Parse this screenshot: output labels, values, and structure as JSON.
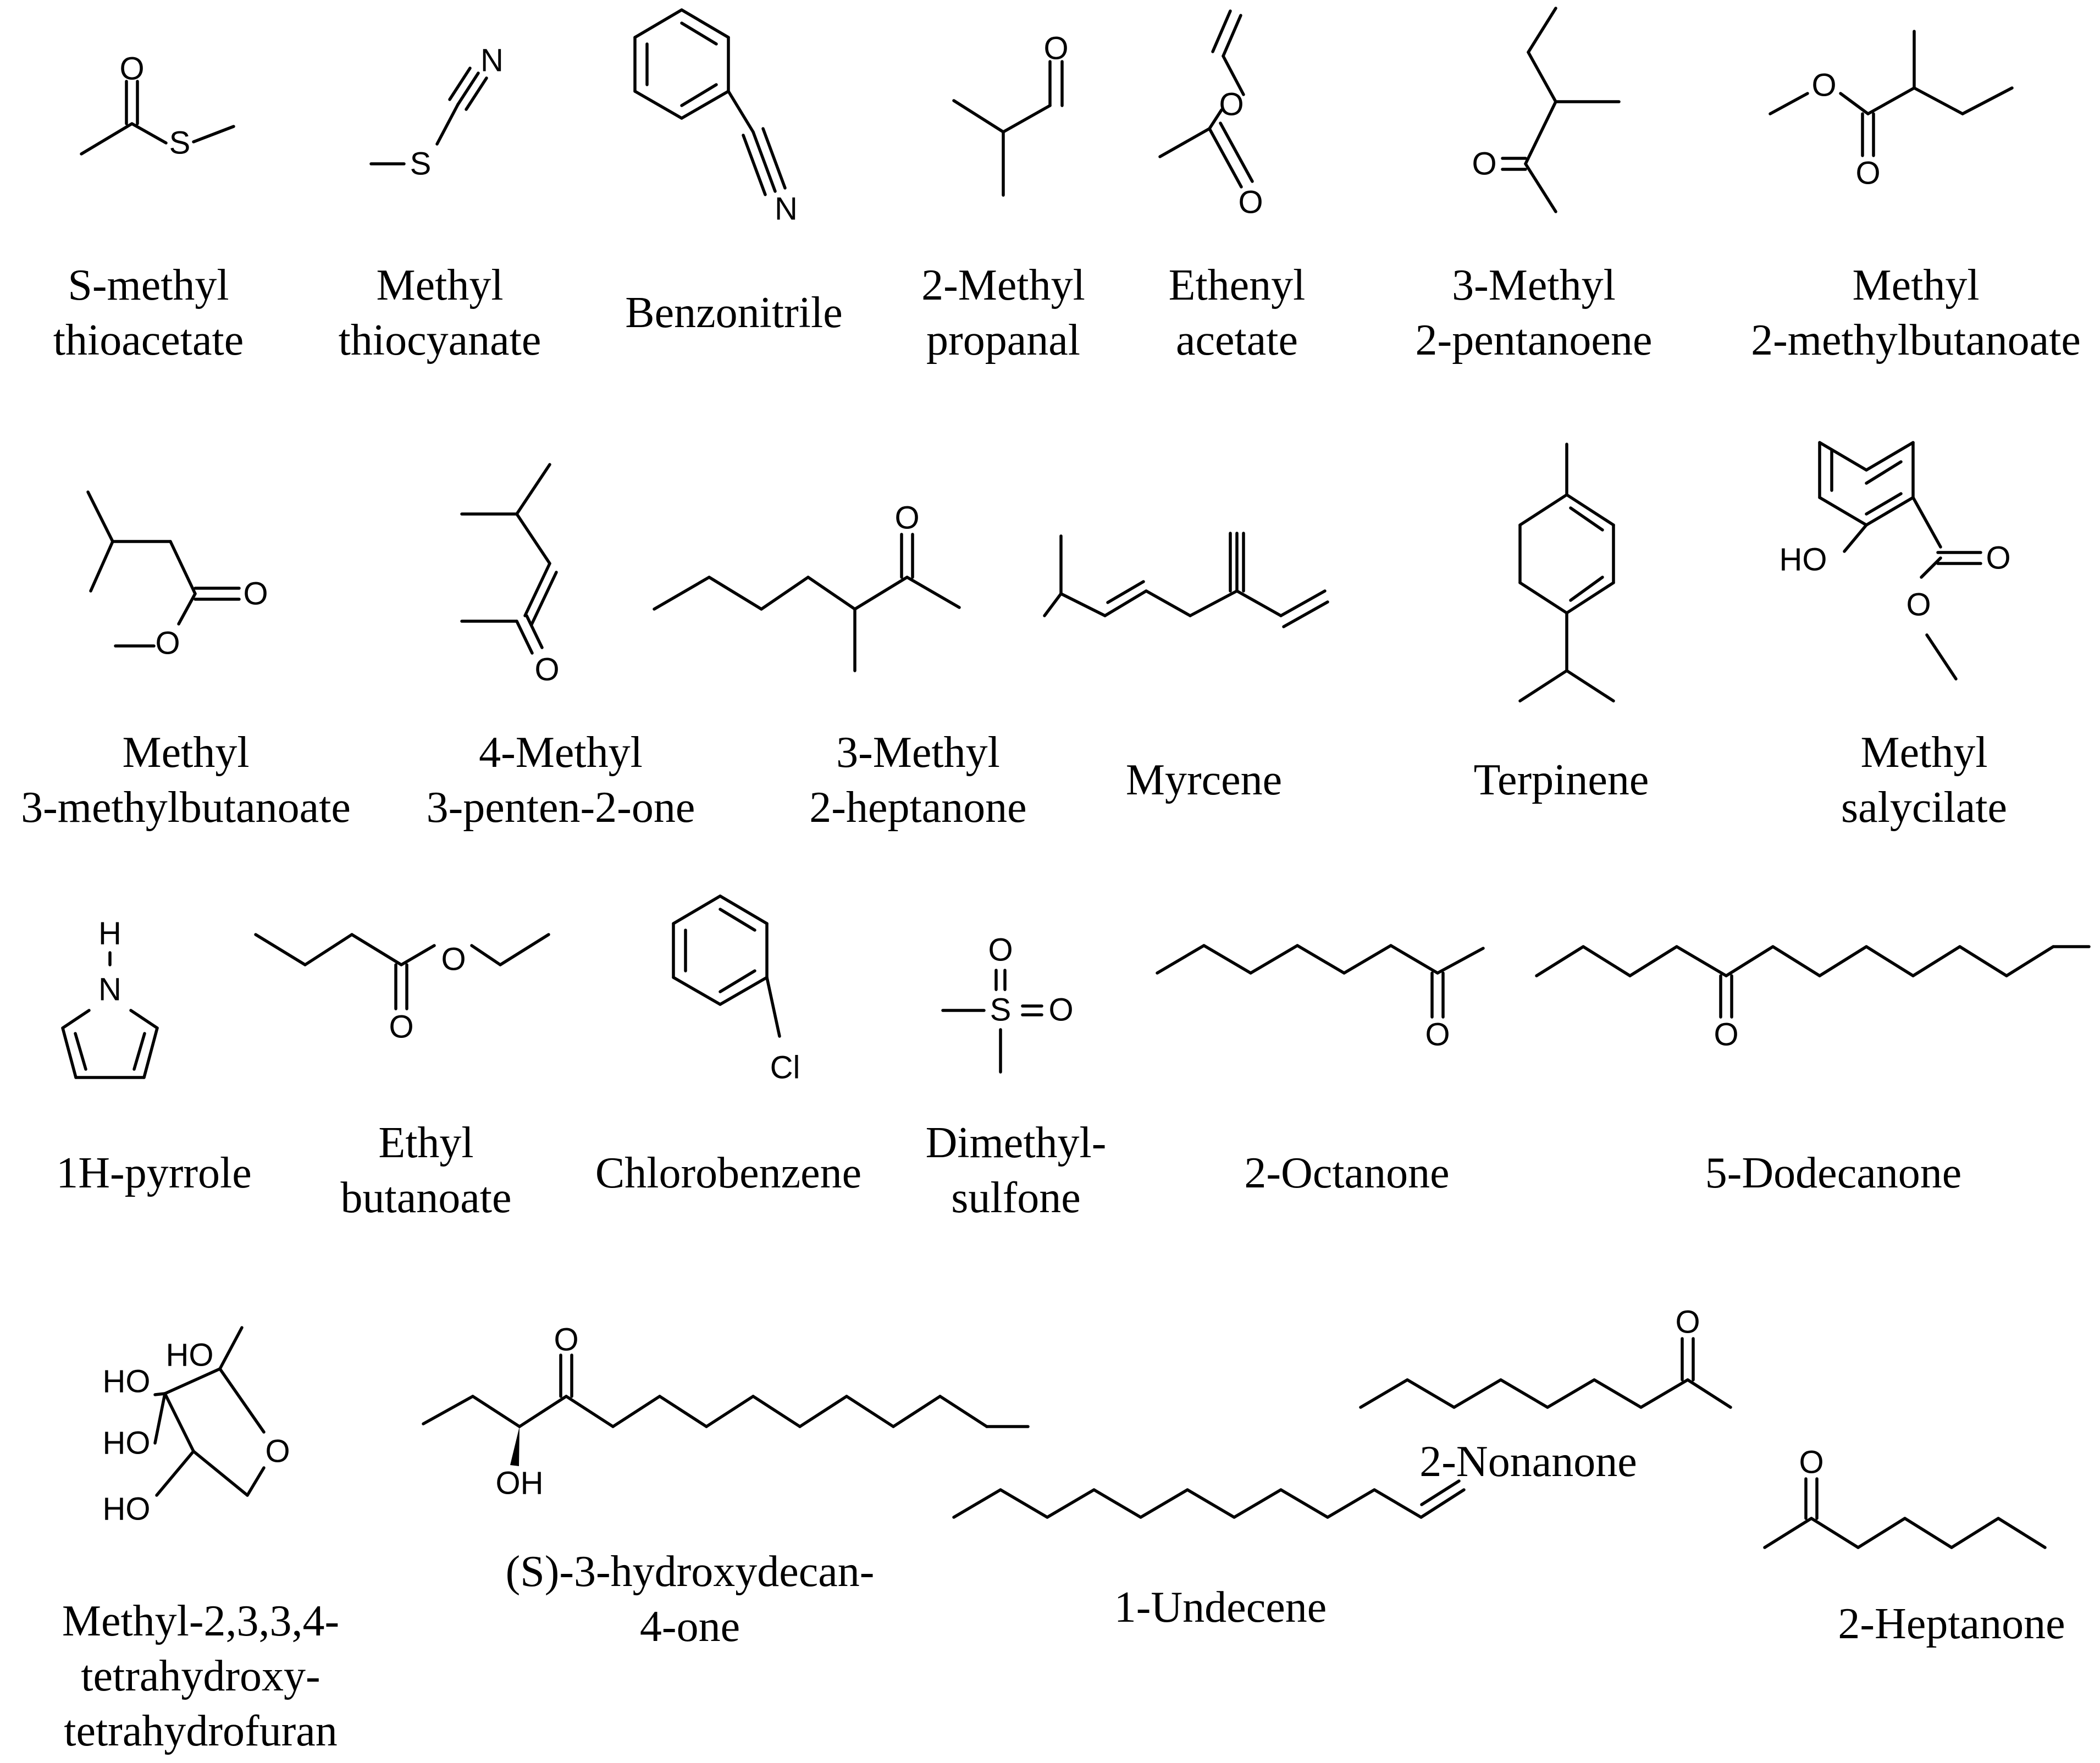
{
  "captions": [
    {
      "id": "c1",
      "lines": [
        "S-methyl",
        "thioacetate"
      ]
    },
    {
      "id": "c2",
      "lines": [
        "Methyl",
        "thiocyanate"
      ]
    },
    {
      "id": "c3",
      "lines": [
        "Benzonitrile"
      ]
    },
    {
      "id": "c4",
      "lines": [
        "2-Methyl",
        "propanal"
      ]
    },
    {
      "id": "c5",
      "lines": [
        "Ethenyl",
        "acetate"
      ]
    },
    {
      "id": "c6",
      "lines": [
        "3-Methyl",
        "2-pentanoene"
      ]
    },
    {
      "id": "c7",
      "lines": [
        "Methyl",
        "2-methylbutanoate"
      ]
    },
    {
      "id": "c8",
      "lines": [
        "Methyl",
        "3-methylbutanoate"
      ]
    },
    {
      "id": "c9",
      "lines": [
        "4-Methyl",
        "3-penten-2-one"
      ]
    },
    {
      "id": "c10",
      "lines": [
        "3-Methyl",
        "2-heptanone"
      ]
    },
    {
      "id": "c11",
      "lines": [
        "Myrcene"
      ]
    },
    {
      "id": "c12",
      "lines": [
        "Terpinene"
      ]
    },
    {
      "id": "c13",
      "lines": [
        "Methyl",
        "salycilate"
      ]
    },
    {
      "id": "c14",
      "lines": [
        "1H-pyrrole"
      ]
    },
    {
      "id": "c15",
      "lines": [
        "Ethyl",
        "butanoate"
      ]
    },
    {
      "id": "c16",
      "lines": [
        "Chlorobenzene"
      ]
    },
    {
      "id": "c17",
      "lines": [
        "Dimethyl-",
        "sulfone"
      ]
    },
    {
      "id": "c18",
      "lines": [
        "2-Octanone"
      ]
    },
    {
      "id": "c19",
      "lines": [
        "5-Dodecanone"
      ]
    },
    {
      "id": "c20",
      "lines": [
        "Methyl-2,3,3,4-",
        "tetrahydroxy-",
        "tetrahydrofuran"
      ]
    },
    {
      "id": "c21",
      "lines": [
        "(S)-3-hydroxydecan-",
        "4-one"
      ]
    },
    {
      "id": "c22",
      "lines": [
        "2-Nonanone"
      ]
    },
    {
      "id": "c23",
      "lines": [
        "1-Undecene"
      ]
    },
    {
      "id": "c24",
      "lines": [
        "2-Heptanone"
      ]
    }
  ],
  "atom_labels": {
    "s1_O": "O",
    "s1_S": "S",
    "s2_N": "N",
    "s2_S": "S",
    "s3_N": "N",
    "s4_O": "O",
    "s5_O1": "O",
    "s5_O2": "O",
    "s6_O": "O",
    "s7_O1": "O",
    "s7_O2": "O",
    "s8_O1": "O",
    "s8_O2": "O",
    "s9_O": "O",
    "s10_O": "O",
    "s13_HO": "HO",
    "s13_O1": "O",
    "s13_O2": "O",
    "s14_H": "H",
    "s14_N": "N",
    "s15_O1": "O",
    "s15_O2": "O",
    "s16_Cl": "Cl",
    "s17_O1": "O",
    "s17_S": "S",
    "s17_O2": "O",
    "s18_O": "O",
    "s19_O": "O",
    "s20_HO1": "HO",
    "s20_HO2": "HO",
    "s20_HO3": "HO",
    "s20_HO4": "HO",
    "s20_O": "O",
    "s21_O": "O",
    "s21_OH": "OH",
    "s22_O": "O",
    "s24_O": "O"
  }
}
